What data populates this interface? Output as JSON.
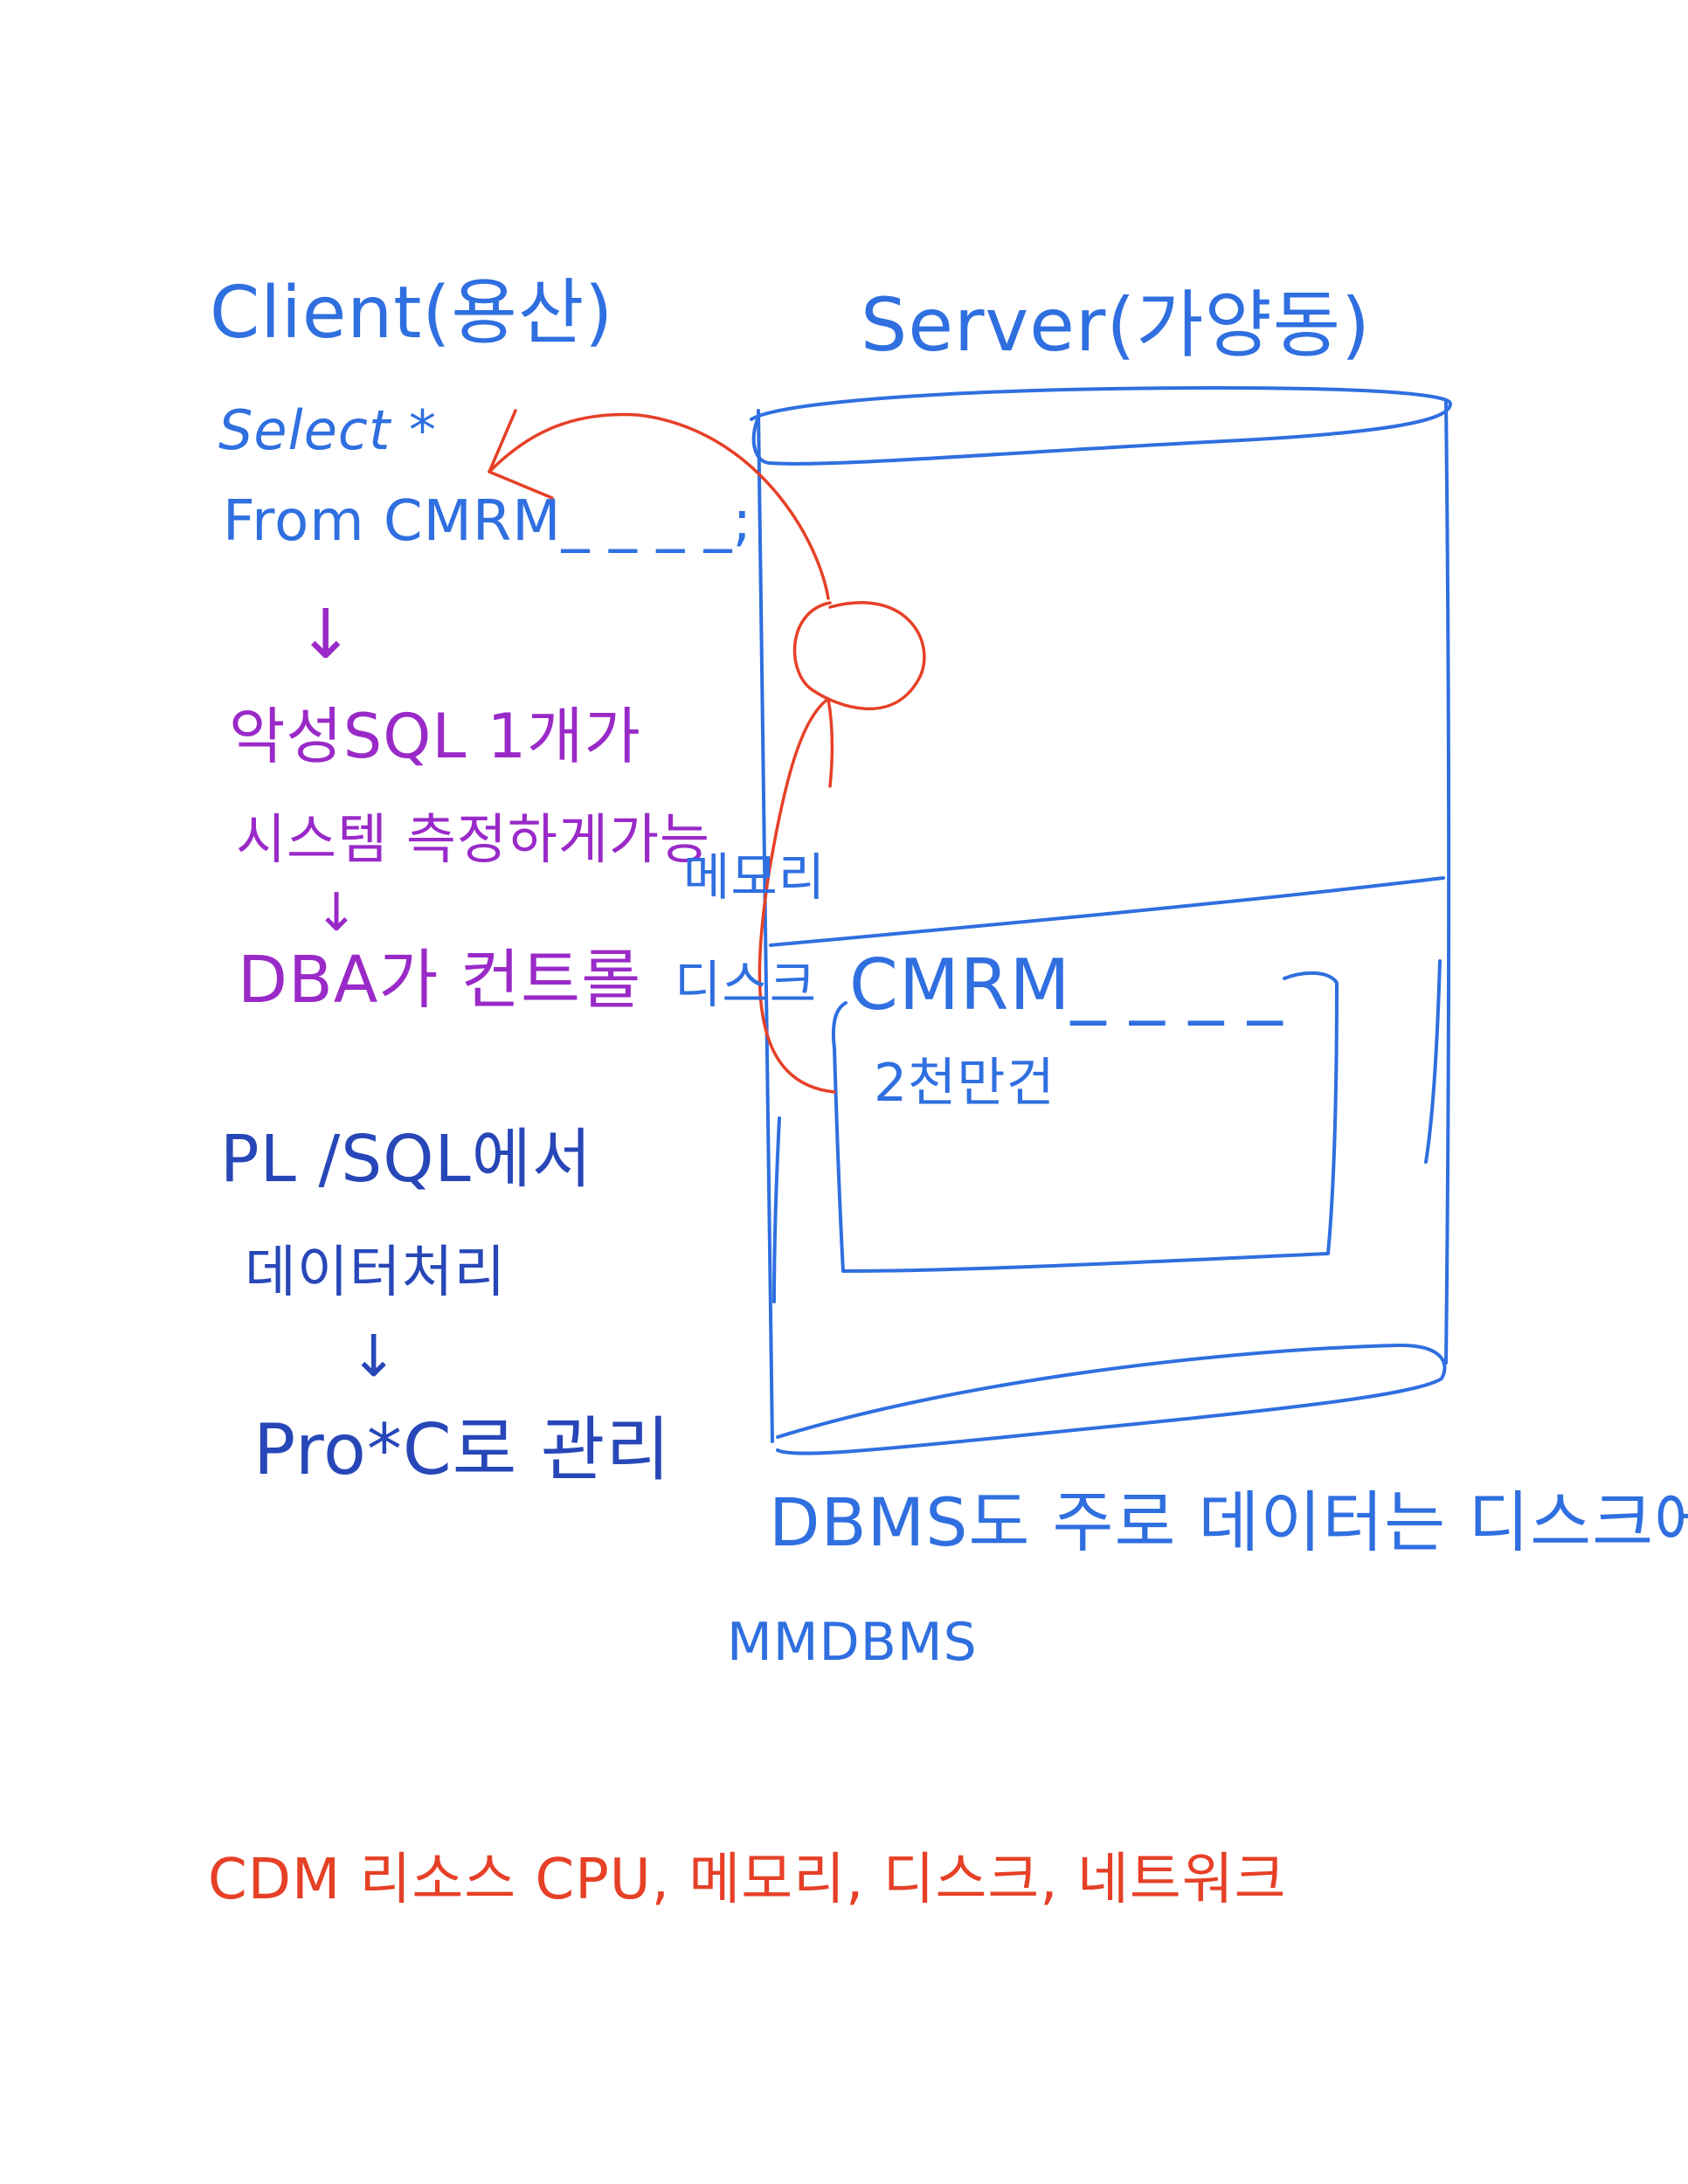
{
  "colors": {
    "blue": "#2f6fe0",
    "navy": "#2747b8",
    "purple": "#9a2ac8",
    "red": "#e64027"
  },
  "client": {
    "title": "Client(용산)",
    "sql_line1": "Select *",
    "sql_line2": "From CMRM_ _ _ _;",
    "note1": "악성SQL 1개가",
    "note2": "시스템 측정하게가능",
    "note3": "DBA가 컨트롤",
    "plsql1": "PL /SQL에서",
    "plsql2": "데이터처리",
    "plsql3": "Pro*C로 관리"
  },
  "server": {
    "title": "Server(가양동)",
    "memory_label": "메모리",
    "disk_label": "디스크",
    "table_name": "CMRM_ _ _ _",
    "row_count": "2천만건"
  },
  "bottom": {
    "dbms_note": "DBMS도 주로 데이터는 디스크에",
    "mmdbms": "MMDBMS",
    "resources": "CDM 리소스 CPU, 메모리, 디스크, 네트워크"
  },
  "icons": {
    "down_arrow": "down-arrow-icon",
    "flow_arrow": "red-curved-arrow"
  }
}
